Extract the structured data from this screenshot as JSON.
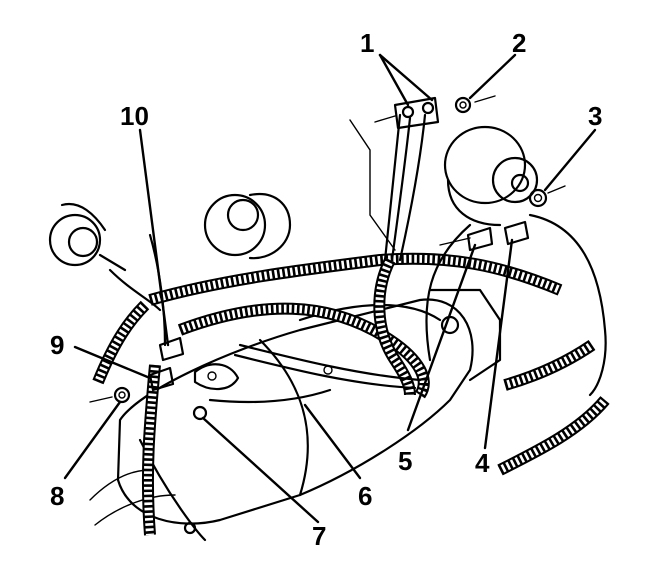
{
  "diagram": {
    "callouts": [
      {
        "id": "c1",
        "label": "1"
      },
      {
        "id": "c2",
        "label": "2"
      },
      {
        "id": "c3",
        "label": "3"
      },
      {
        "id": "c4",
        "label": "4"
      },
      {
        "id": "c5",
        "label": "5"
      },
      {
        "id": "c6",
        "label": "6"
      },
      {
        "id": "c7",
        "label": "7"
      },
      {
        "id": "c8",
        "label": "8"
      },
      {
        "id": "c9",
        "label": "9"
      },
      {
        "id": "c10",
        "label": "10"
      }
    ]
  },
  "colors": {
    "ink": "#000000",
    "paper": "#ffffff"
  }
}
